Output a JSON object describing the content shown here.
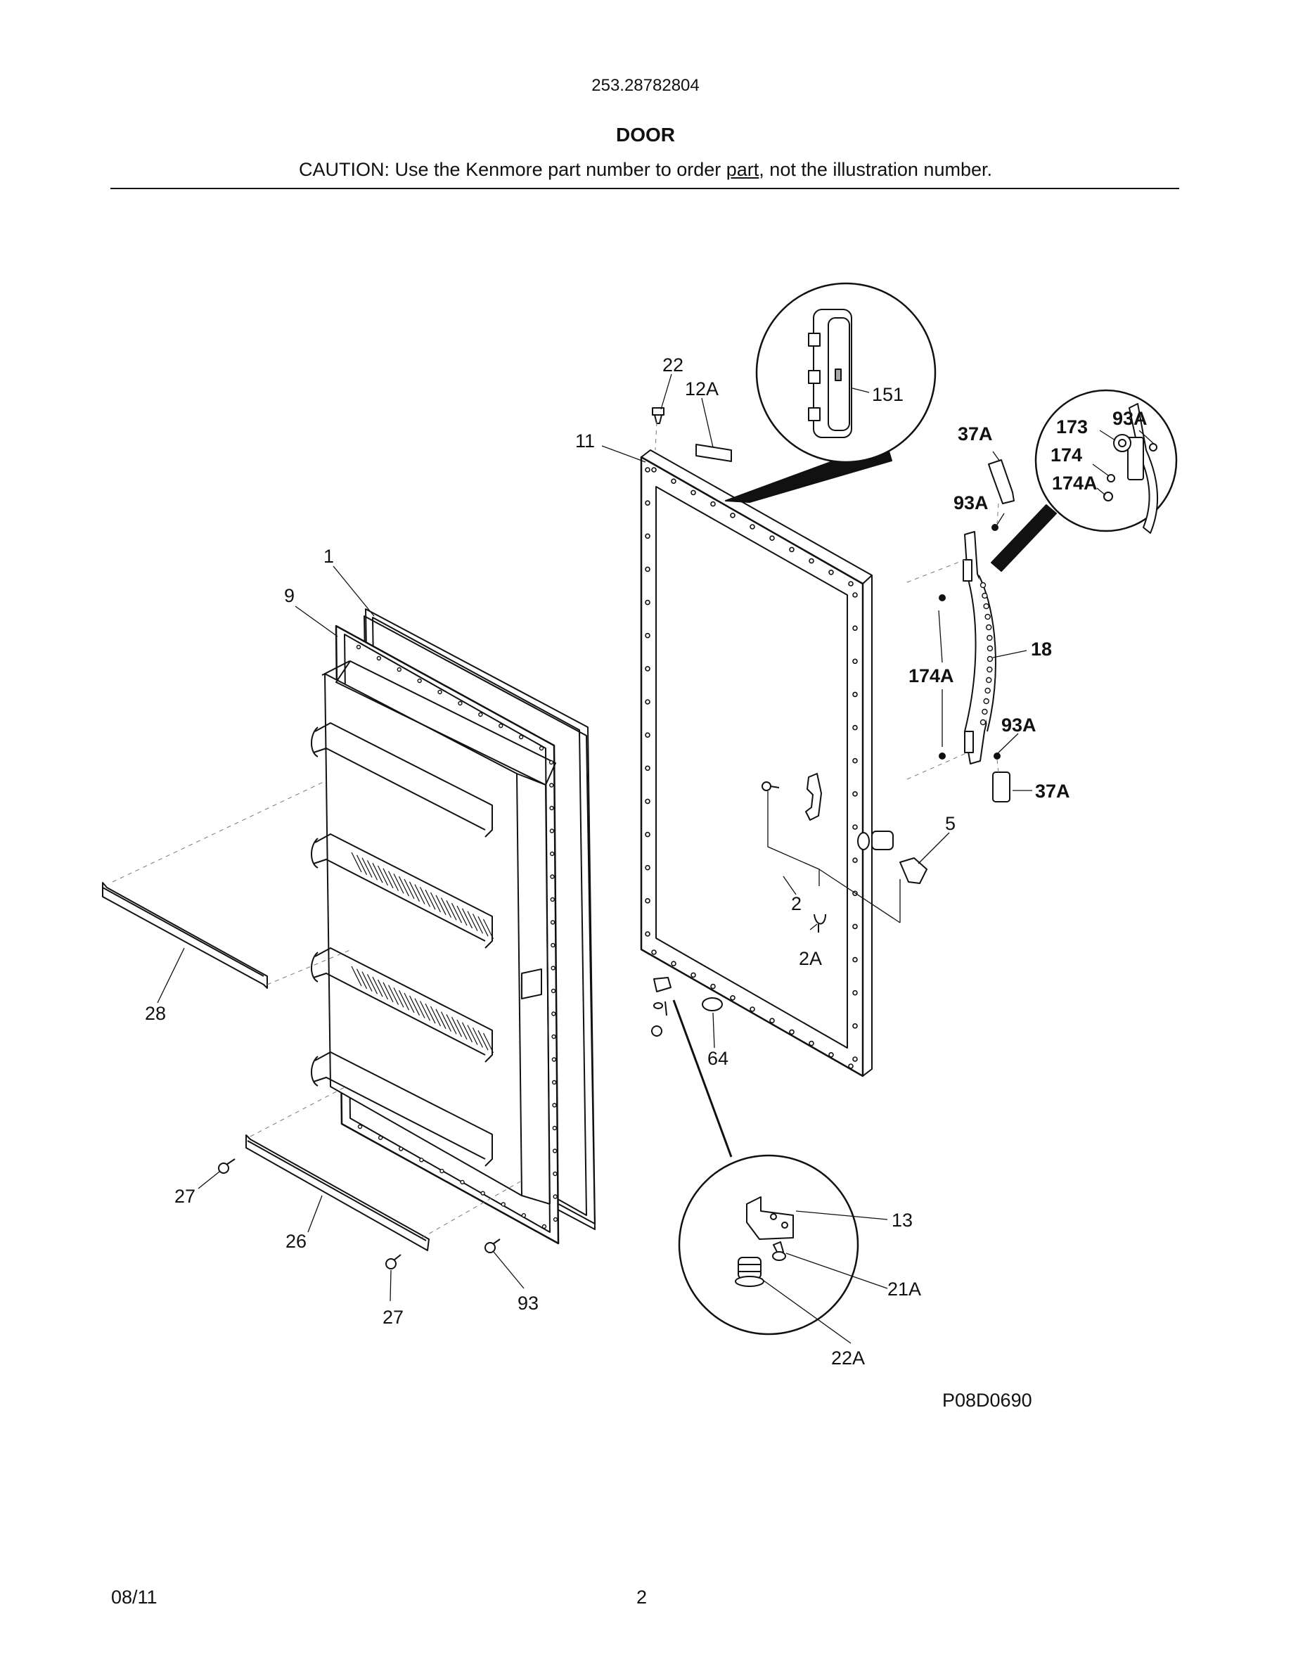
{
  "header": {
    "model": "253.28782804",
    "title": "DOOR",
    "caution_before": "CAUTION: Use the Kenmore part number to order ",
    "caution_underlined": "part",
    "caution_after": ", not the illustration number."
  },
  "callouts": {
    "c1": "1",
    "c9": "9",
    "c11": "11",
    "c22": "22",
    "c12A": "12A",
    "c151": "151",
    "c37A_top": "37A",
    "c173": "173",
    "c93A_inset": "93A",
    "c174": "174",
    "c174A_inset": "174A",
    "c93A_top": "93A",
    "c18": "18",
    "c174A": "174A",
    "c93A_low": "93A",
    "c37A_low": "37A",
    "c5": "5",
    "c2": "2",
    "c2A": "2A",
    "c28": "28",
    "c64": "64",
    "c27_left": "27",
    "c26": "26",
    "c27_bottom": "27",
    "c93": "93",
    "c13": "13",
    "c21A": "21A",
    "c22A": "22A"
  },
  "diagram_code": "P08D0690",
  "footer": {
    "date": "08/11",
    "page_number": "2"
  }
}
